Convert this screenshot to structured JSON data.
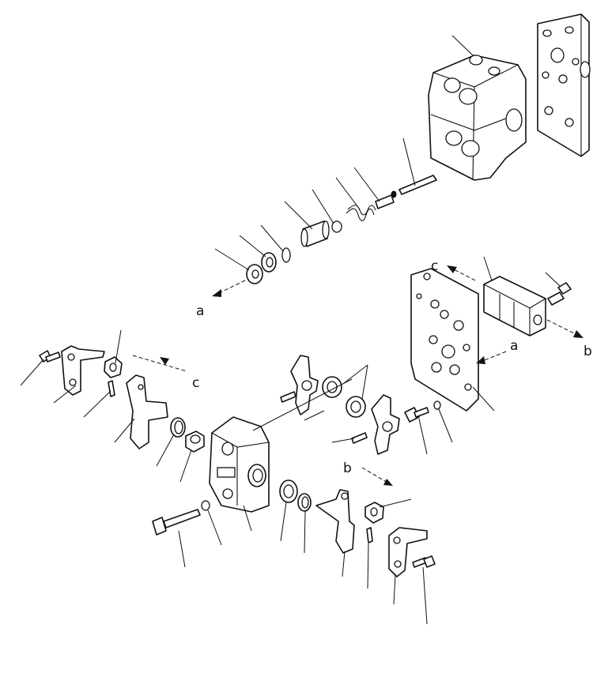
{
  "labels": {
    "a_upper": "a",
    "a_right": "a",
    "b_right": "b",
    "b_lower": "b",
    "c_upper": "c",
    "c_left": "c"
  }
}
